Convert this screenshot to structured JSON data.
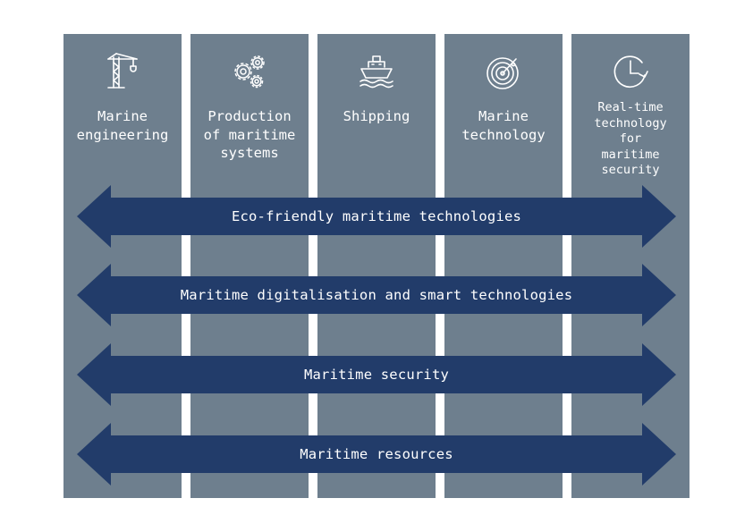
{
  "columns": [
    {
      "label": "Marine\nengineering",
      "icon": "crane-icon"
    },
    {
      "label": "Production\nof maritime\nsystems",
      "icon": "gears-icon"
    },
    {
      "label": "Shipping",
      "icon": "ship-icon"
    },
    {
      "label": "Marine\ntechnology",
      "icon": "radar-icon"
    },
    {
      "label": "Real-time\ntechnology\nfor\nmaritime\nsecurity",
      "icon": "clock-icon"
    }
  ],
  "arrows": [
    {
      "label": "Eco-friendly maritime technologies"
    },
    {
      "label": "Maritime digitalisation and smart technologies"
    },
    {
      "label": "Maritime security"
    },
    {
      "label": "Maritime resources"
    }
  ],
  "colors": {
    "column_fill": "#6e7f8e",
    "arrow_fill": "#223c6a",
    "text": "#ffffff"
  }
}
